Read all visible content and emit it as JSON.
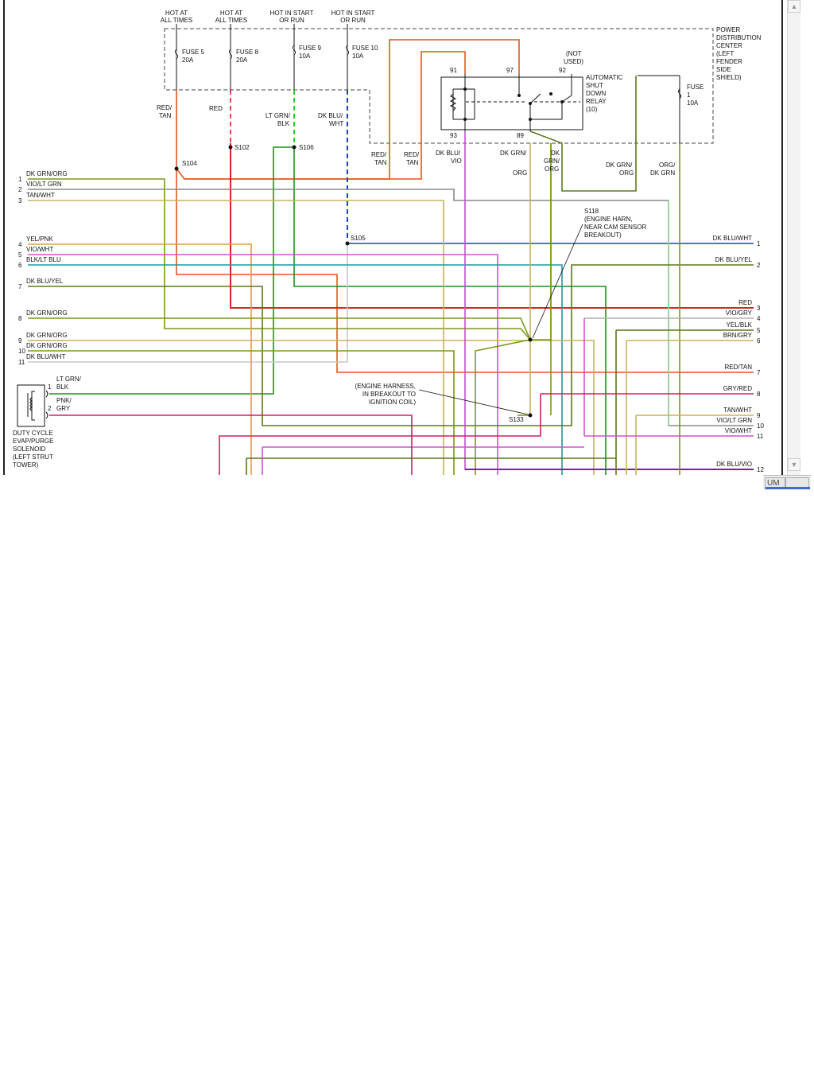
{
  "diagram": {
    "fuse_headers": [
      {
        "line1": "HOT AT",
        "line2": "ALL TIMES"
      },
      {
        "line1": "HOT AT",
        "line2": "ALL TIMES"
      },
      {
        "line1": "HOT IN START",
        "line2": "OR RUN"
      },
      {
        "line1": "HOT IN START",
        "line2": "OR RUN"
      }
    ],
    "fuses": [
      {
        "name": "FUSE 5",
        "rating": "20A"
      },
      {
        "name": "FUSE 8",
        "rating": "20A"
      },
      {
        "name": "FUSE 9",
        "rating": "10A"
      },
      {
        "name": "FUSE 10",
        "rating": "10A"
      }
    ],
    "pdc": [
      "POWER",
      "DISTRIBUTION",
      "CENTER",
      "(LEFT",
      "FENDER",
      "SIDE",
      "SHIELD)"
    ],
    "fuse1": [
      "FUSE",
      "1",
      "10A"
    ],
    "relay": {
      "title": [
        "AUTOMATIC",
        "SHUT",
        "DOWN",
        "RELAY",
        "(10)"
      ],
      "not_used": [
        "(NOT",
        "USED)"
      ],
      "pins": [
        "91",
        "97",
        "92",
        "93",
        "89"
      ]
    },
    "wire_labels": {
      "red_tan_1": [
        "RED/",
        "TAN"
      ],
      "red": "RED",
      "lt_grn_blk": [
        "LT GRN/",
        "BLK"
      ],
      "dk_blu_wht": [
        "DK BLU/",
        "WHT"
      ],
      "red_tan_2": [
        "RED/",
        "TAN"
      ],
      "red_tan_3": [
        "RED/",
        "TAN"
      ],
      "dk_blu_vio": [
        "DK BLU/",
        "VIO"
      ],
      "dk_grn_slash": "DK GRN/",
      "org": "ORG",
      "dk_grn_org": [
        "DK",
        "GRN/",
        "ORG"
      ],
      "dk_grn_org_2": [
        "DK GRN/",
        "ORG"
      ],
      "org_dk_grn": [
        "ORG/",
        "DK GRN"
      ]
    },
    "splices": [
      "S104",
      "S102",
      "S106",
      "S105",
      "S118",
      "S133"
    ],
    "s118_note": [
      "(ENGINE HARN,",
      "NEAR CAM SENSOR",
      "BREAKOUT)"
    ],
    "s133_note": [
      "(ENGINE HARNESS,",
      "IN BREAKOUT TO",
      "IGNITION COIL)"
    ],
    "left_connector": [
      {
        "pin": "1",
        "label": "DK GRN/ORG"
      },
      {
        "pin": "2",
        "label": "VIO/LT GRN"
      },
      {
        "pin": "3",
        "label": "TAN/WHT"
      },
      {
        "pin": "4",
        "label": "YEL/PNK"
      },
      {
        "pin": "5",
        "label": "VIO/WHT"
      },
      {
        "pin": "6",
        "label": "BLK/LT BLU"
      },
      {
        "pin": "7",
        "label": "DK BLU/YEL"
      },
      {
        "pin": "8",
        "label": "DK GRN/ORG"
      },
      {
        "pin": "9",
        "label": "DK GRN/ORG"
      },
      {
        "pin": "10",
        "label": "DK GRN/ORG"
      },
      {
        "pin": "11",
        "label": "DK BLU/WHT"
      }
    ],
    "right_connector": [
      {
        "pin": "1",
        "label": "DK BLU/WHT"
      },
      {
        "pin": "2",
        "label": "DK BLU/YEL"
      },
      {
        "pin": "3",
        "label": "RED"
      },
      {
        "pin": "4",
        "label": "VIO/GRY"
      },
      {
        "pin": "5",
        "label": "YEL/BLK"
      },
      {
        "pin": "6",
        "label": "BRN/GRY"
      },
      {
        "pin": "7",
        "label": "RED/TAN"
      },
      {
        "pin": "8",
        "label": "GRY/RED"
      },
      {
        "pin": "9",
        "label": "TAN/WHT"
      },
      {
        "pin": "10",
        "label": "VIO/LT GRN"
      },
      {
        "pin": "11",
        "label": "VIO/WHT"
      },
      {
        "pin": "12",
        "label": "DK BLU/VIO"
      }
    ],
    "solenoid": {
      "pins": [
        "1",
        "2"
      ],
      "wire1": [
        "LT GRN/",
        "BLK"
      ],
      "wire2": [
        "PNK/",
        "GRY"
      ],
      "name": [
        "DUTY CYCLE",
        "EVAP/PURGE",
        "SOLENOID",
        "(LEFT STRUT",
        "TOWER)"
      ]
    }
  },
  "status_bar": {
    "segment": "UM"
  },
  "colors": {
    "red_tan": "#e2561a",
    "red": "#e02020",
    "lt_grn": "#2ecc2e",
    "dk_grn": "#1f8f1f",
    "dk_blu": "#1a3fd8",
    "dk_grn_org": "#7a9a18",
    "vio": "#d050d0",
    "tan": "#c8b25a",
    "yel": "#e0a030",
    "teal": "#1a9c9c",
    "purple": "#7020c0",
    "pink": "#d02060",
    "gray": "#b8b8b8",
    "orange": "#e07a10"
  }
}
